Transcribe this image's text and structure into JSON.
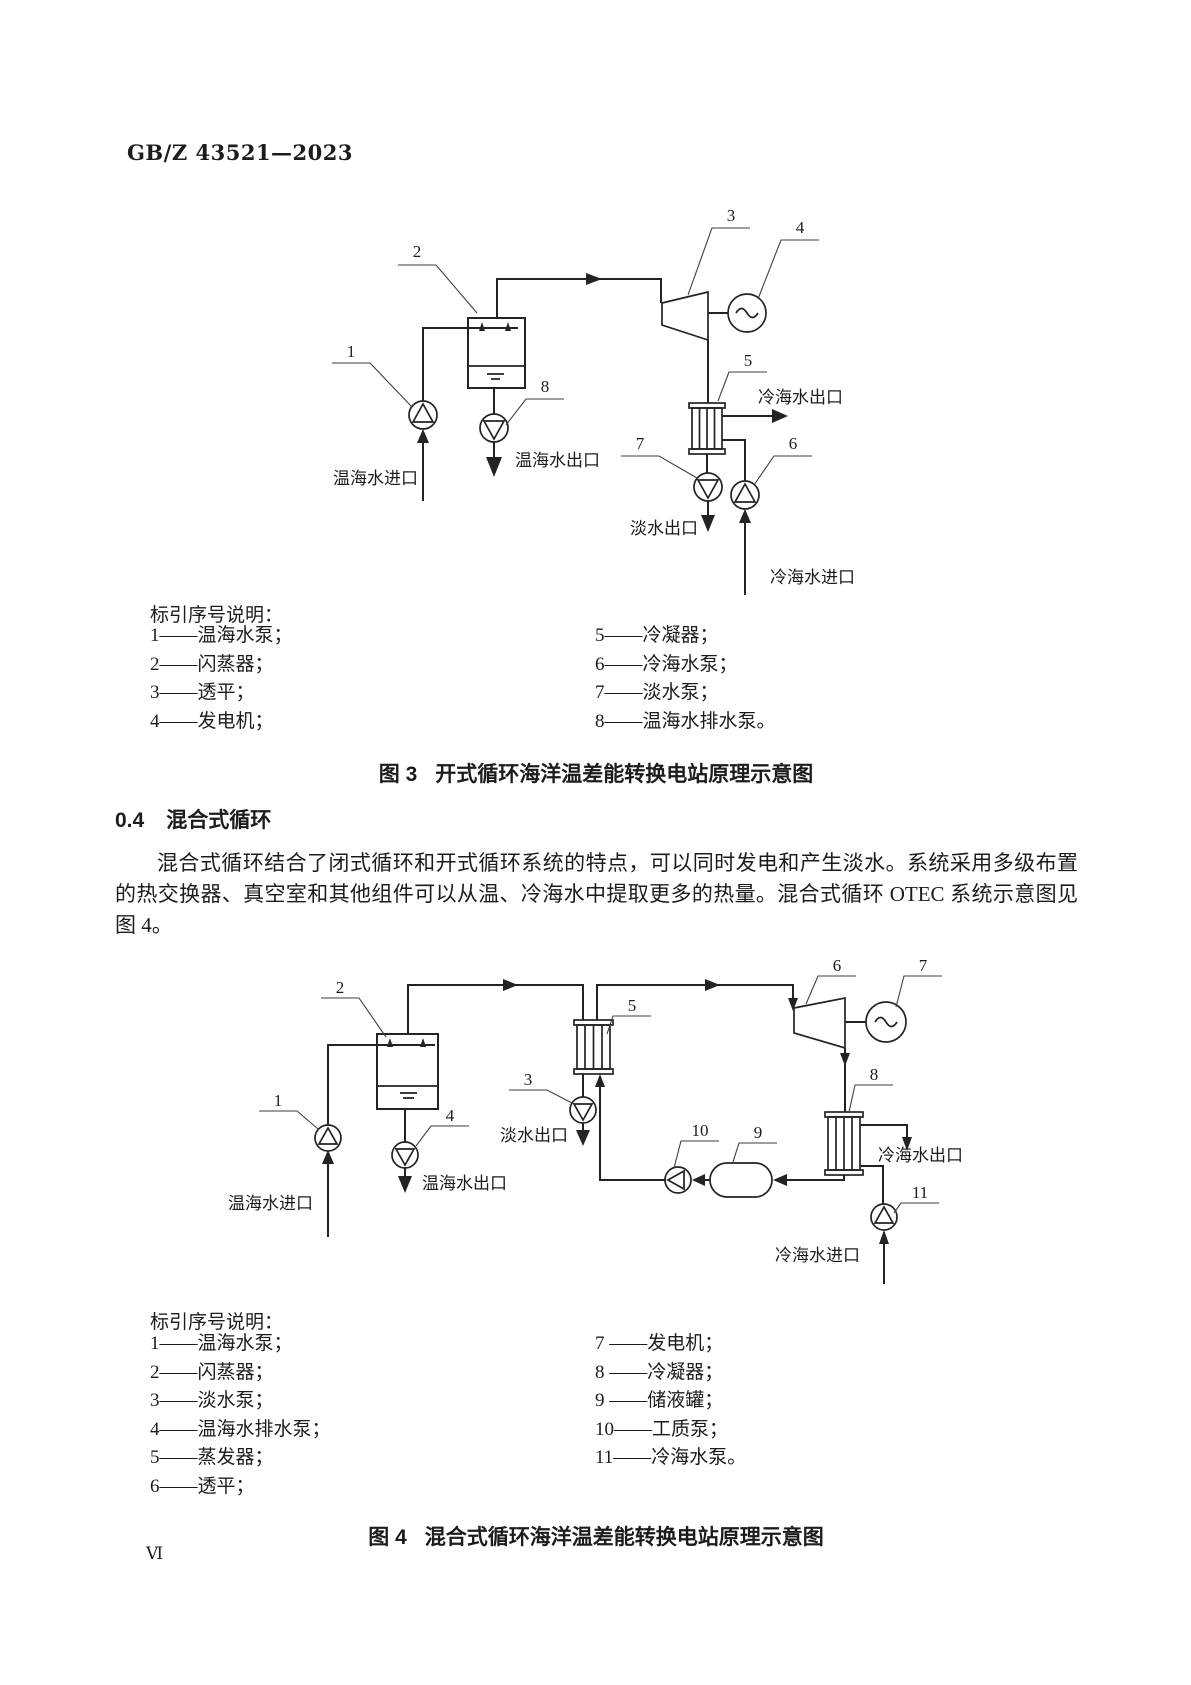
{
  "page": {
    "standard_code": "GB/Z 43521—2023",
    "page_number": "Ⅵ"
  },
  "section": {
    "number": "0.4",
    "title": "混合式循环",
    "paragraph": "混合式循环结合了闭式循环和开式循环系统的特点，可以同时发电和产生淡水。系统采用多级布置的热交换器、真空室和其他组件可以从温、冷海水中提取更多的热量。混合式循环 OTEC 系统示意图见图 4。"
  },
  "figure3": {
    "caption_no": "图 3",
    "caption_title": "开式循环海洋温差能转换电站原理示意图",
    "legend_title": "标引序号说明：",
    "legend_left": [
      "1——温海水泵；",
      "2——闪蒸器；",
      "3——透平；",
      "4——发电机；"
    ],
    "legend_right": [
      "5——冷凝器；",
      "6——冷海水泵；",
      "7——淡水泵；",
      "8——温海水排水泵。"
    ],
    "callouts": [
      "1",
      "2",
      "3",
      "4",
      "5",
      "6",
      "7",
      "8"
    ],
    "ports": {
      "warm_in": "温海水进口",
      "warm_out": "温海水出口",
      "cold_out": "冷海水出口",
      "fresh_out": "淡水出口",
      "cold_in": "冷海水进口"
    }
  },
  "figure4": {
    "caption_no": "图 4",
    "caption_title": "混合式循环海洋温差能转换电站原理示意图",
    "legend_title": "标引序号说明：",
    "legend_left": [
      "1——温海水泵；",
      "2——闪蒸器；",
      "3——淡水泵；",
      "4——温海水排水泵；",
      "5——蒸发器；",
      "6——透平；"
    ],
    "legend_right": [
      "7 ——发电机；",
      "8 ——冷凝器；",
      "9 ——储液罐；",
      "10——工质泵；",
      "11——冷海水泵。"
    ],
    "callouts": [
      "1",
      "2",
      "3",
      "4",
      "5",
      "6",
      "7",
      "8",
      "9",
      "10",
      "11"
    ],
    "ports": {
      "warm_in": "温海水进口",
      "warm_out": "温海水出口",
      "fresh_out": "淡水出口",
      "cold_out": "冷海水出口",
      "cold_in": "冷海水进口"
    }
  }
}
